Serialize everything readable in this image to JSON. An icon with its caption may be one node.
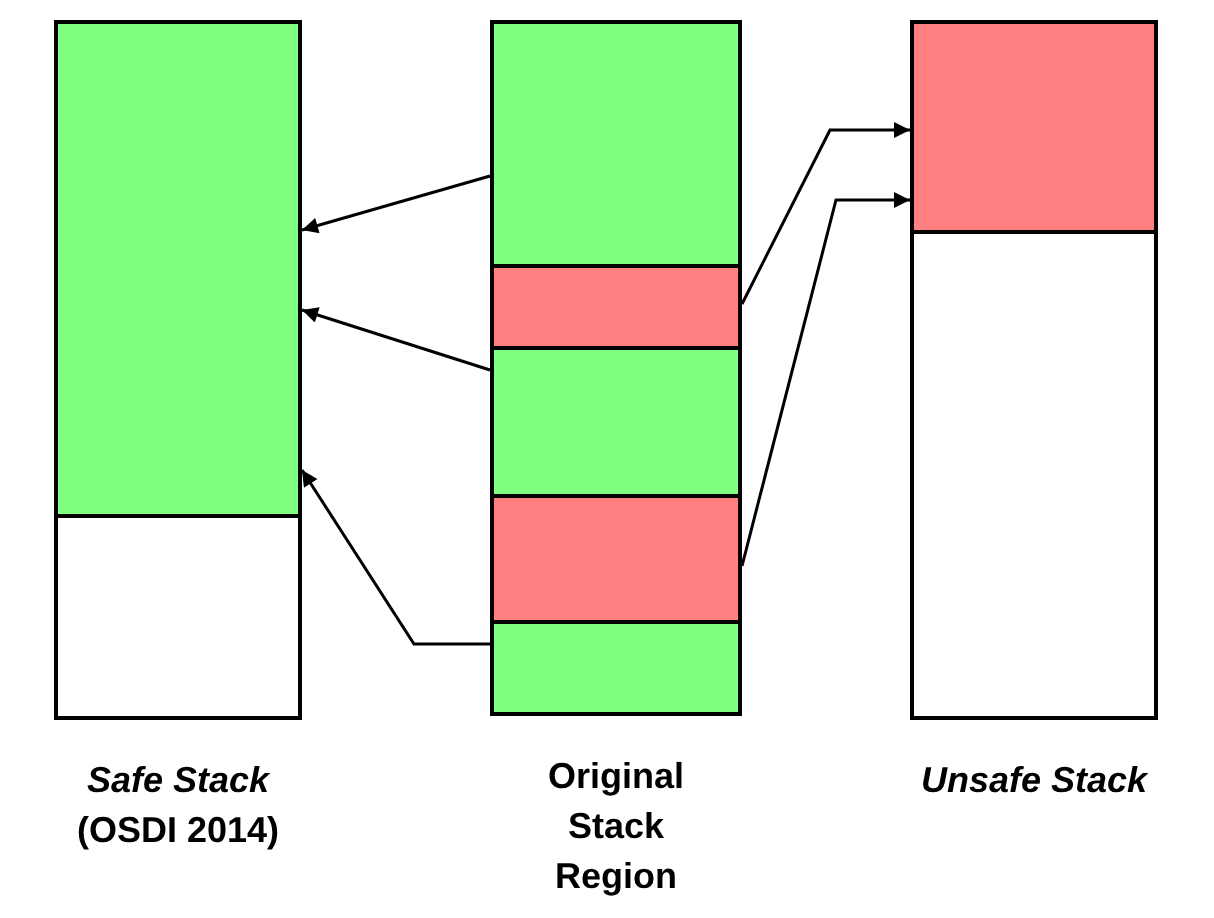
{
  "diagram": {
    "nodes": [
      {
        "text": [
          "Safe Stack",
          "(OSDI 2014)"
        ]
      },
      {
        "text": [],
        "shape": "box",
        "in": 0
      },
      {
        "text": [],
        "shape": "box",
        "in": 0
      },
      {
        "text": [
          "Original Stack Region"
        ]
      },
      {
        "text": [],
        "shape": "box",
        "in": 3
      },
      {
        "text": [],
        "shape": "box",
        "in": 3
      },
      {
        "text": [],
        "shape": "box",
        "in": 3
      },
      {
        "text": [],
        "shape": "box",
        "in": 3
      },
      {
        "text": [],
        "shape": "box",
        "in": 3
      },
      {
        "text": [
          "Unsafe Stack"
        ]
      },
      {
        "text": [],
        "shape": "box",
        "in": 9
      },
      {
        "text": [],
        "shape": "box",
        "in": 9
      }
    ],
    "edges": [
      {
        "from": 4,
        "to": 1,
        "arrow": "to"
      },
      {
        "from": 6,
        "to": 1,
        "arrow": "to"
      },
      {
        "from": 8,
        "to": 1,
        "arrow": "to"
      },
      {
        "from": 5,
        "to": 10,
        "arrow": "to"
      },
      {
        "from": 7,
        "to": 10,
        "arrow": "to"
      }
    ]
  }
}
